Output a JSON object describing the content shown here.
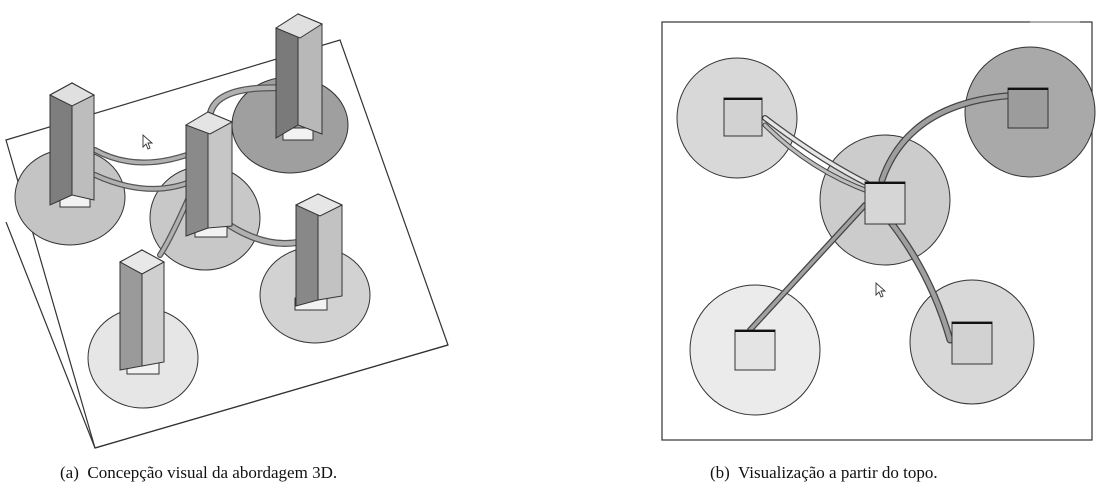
{
  "figures": [
    {
      "id": "a",
      "label": "(a)",
      "caption": "Concepção visual da abordagem 3D."
    },
    {
      "id": "b",
      "label": "(b)",
      "caption": "Visualização a partir do topo."
    }
  ],
  "colors": {
    "line": "#333333",
    "disc_light": "#e4e4e4",
    "disc_mid": "#cfcfcf",
    "disc_dark": "#9f9f9f",
    "pillar_face": "#c8c8c8",
    "pillar_side": "#8a8a8a",
    "pillar_top": "#e2e2e2",
    "cable": "#9a9a9a"
  },
  "icons": [
    "mouse-pointer-icon"
  ]
}
